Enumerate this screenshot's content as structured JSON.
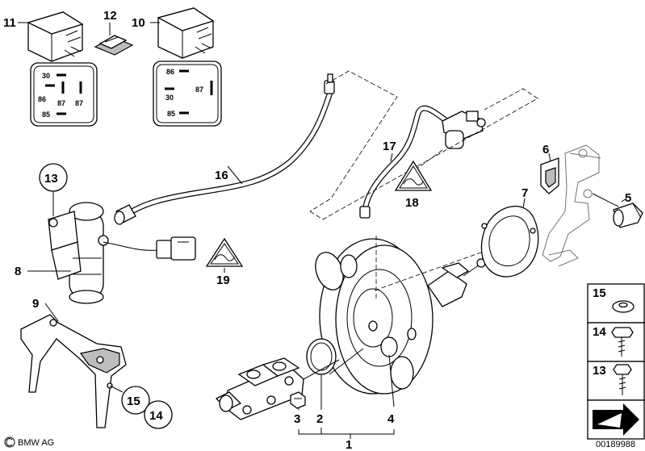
{
  "part_labels": {
    "p1": "1",
    "p2": "2",
    "p3": "3",
    "p4": "4",
    "p5": "5",
    "p6": "6",
    "p7": "7",
    "p8": "8",
    "p9": "9",
    "p10": "10",
    "p11": "11",
    "p12": "12",
    "p13": "13",
    "p14": "14",
    "p15": "15",
    "p16": "16",
    "p17": "17",
    "p18": "18",
    "p19": "19"
  },
  "relay_left_pins": {
    "a": "30",
    "b": "86",
    "c": "87",
    "d": "87",
    "e": "85"
  },
  "relay_right_pins": {
    "a": "86",
    "b": "30",
    "c": "87",
    "d": "85"
  },
  "side_panel": {
    "top": "15",
    "mid": "14",
    "bottom": "13"
  },
  "footer": {
    "brand": "BMW AG",
    "code": "00189988"
  },
  "colors": {
    "line": "#000000",
    "shade": "#bdbdbd",
    "background": "#ffffff"
  },
  "icons": {
    "warning_triangle": "warning-triangle-icon",
    "copyright": "copyright-icon"
  }
}
